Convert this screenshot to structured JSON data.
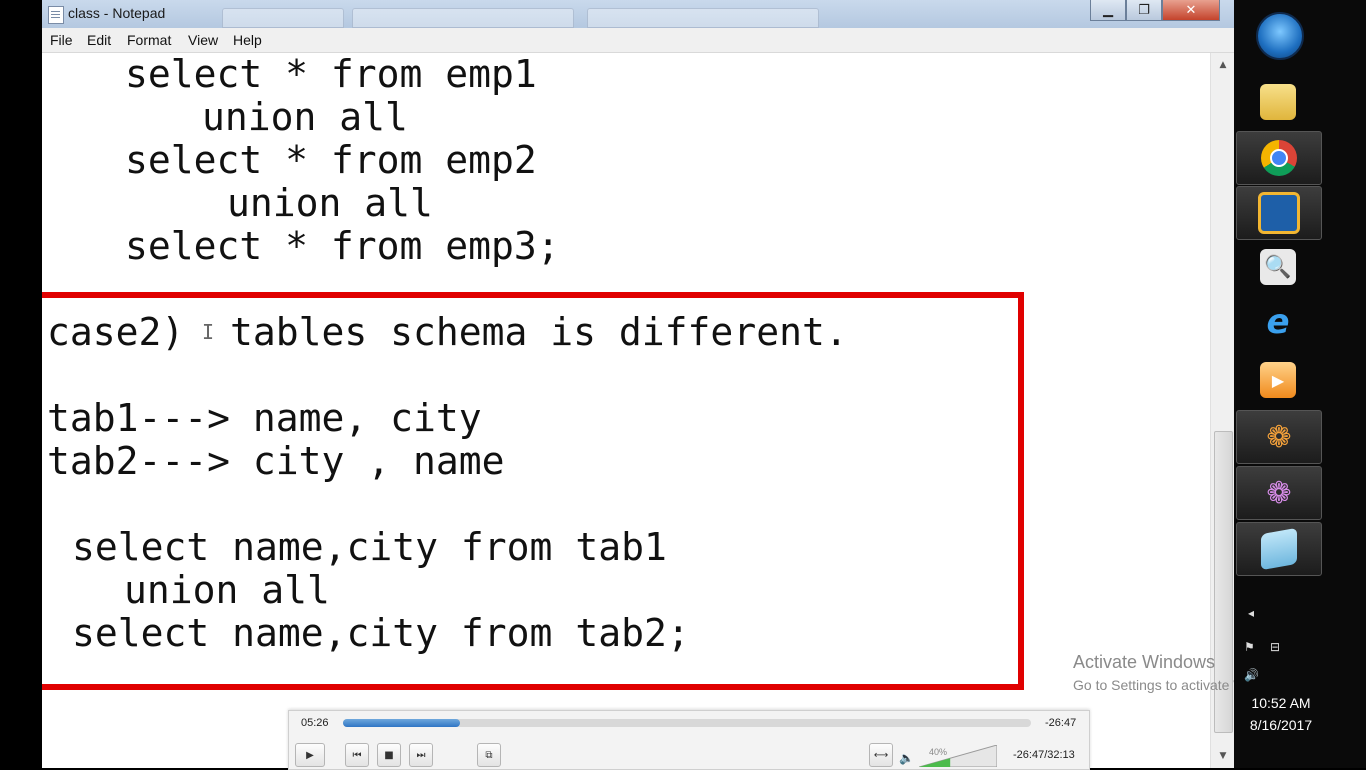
{
  "window": {
    "title": "class - Notepad"
  },
  "menu": [
    "File",
    "Edit",
    "Format",
    "View",
    "Help"
  ],
  "editor": {
    "lines": [
      "select * from emp1",
      "union all",
      "select * from emp2",
      "union all",
      "select * from emp3;",
      "case2)",
      "tables schema is different.",
      "tab1---> name, city",
      "tab2---> city , name",
      "select name,city from tab1",
      "union all",
      "select name,city from tab2;"
    ]
  },
  "watermark": {
    "title": "Activate Windows",
    "subtitle": "Go to Settings to activate Windows."
  },
  "player": {
    "elapsed": "05:26",
    "remaining": "-26:47",
    "time_total": "-26:47/32:13",
    "volume_label": "40%",
    "progress": 0.17,
    "volume": 0.4
  },
  "taskbar": {
    "icons": [
      "start-orb-icon",
      "folder-icon",
      "chrome-icon",
      "virtualbox-icon",
      "image-viewer-icon",
      "internet-explorer-icon",
      "media-player-icon",
      "flower-app-icon",
      "flower-app-2-icon",
      "notepad-icon"
    ],
    "time": "10:52 AM",
    "date": "8/16/2017"
  },
  "colors": {
    "highlight_box": "#e00000",
    "seek_fill": "#2f75c4"
  }
}
